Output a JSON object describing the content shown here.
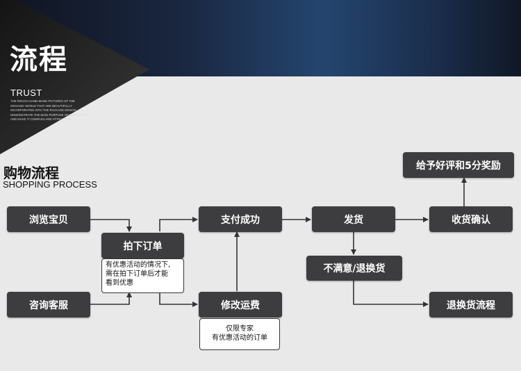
{
  "banner": {
    "title": "流程",
    "subtitle": "TRUST",
    "description": "THE ROUGH HAND-MADE PICTURES OF THE ORGANIC WORLD THAT ARE BEAUTIFULLY INCORPORATED INTO THE PACKAGE DESIGN DEMONSTRATE THE MAIN PURPOSE OF THE GOODS AND MAKE IT COMPLEX AND ATTRACTIVE."
  },
  "section": {
    "title": "购物流程",
    "subtitle": "SHOPPING PROCESS"
  },
  "nodes": {
    "browse": "浏览宝贝",
    "consult": "咨询客服",
    "order": "拍下订单",
    "pay": "支付成功",
    "modify": "修改运费",
    "ship": "发货",
    "unsatisfied": "不满意/退换货",
    "return_flow": "退换货流程",
    "confirm": "收货确认",
    "review": "给予好评和5分奖励"
  },
  "notes": {
    "order": [
      "有优惠活动的情况下,",
      "需在拍下订单后才能",
      "看到优惠"
    ],
    "modify": [
      "仅限专家",
      "有优惠活动的订单"
    ]
  },
  "colors": {
    "node_fill": "#3d3d3f",
    "node_text": "#ffffff",
    "connector": "#333333",
    "background": "#e9e9e9",
    "banner_accent": "#24456f"
  }
}
